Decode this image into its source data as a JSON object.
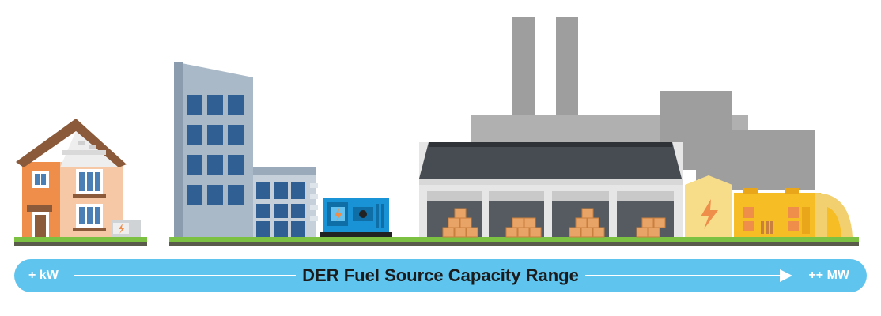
{
  "range_bar": {
    "low_label": "+ kW",
    "title": "DER Fuel Source Capacity Range",
    "high_label": "++ MW"
  },
  "colors": {
    "bar": "#5fc4ee",
    "ground_grass": "#7cc142",
    "ground_soil": "#5b5b4b",
    "house_orange": "#ef8e4a",
    "house_roof": "#8a5a3a",
    "office_glass": "#2f5f93",
    "office_body": "#aab9c8",
    "generator_blue": "#1a93d6",
    "factory_gray": "#9e9e9e",
    "warehouse_roof": "#474c52",
    "crate": "#e8a366",
    "turbine_yellow": "#f6bd25"
  },
  "icons": [
    "house-illustration",
    "home-generator-icon",
    "office-building-illustration",
    "standby-generator-icon",
    "power-plant-illustration",
    "warehouse-illustration",
    "lightning-bolt-icon",
    "gas-turbine-icon"
  ]
}
